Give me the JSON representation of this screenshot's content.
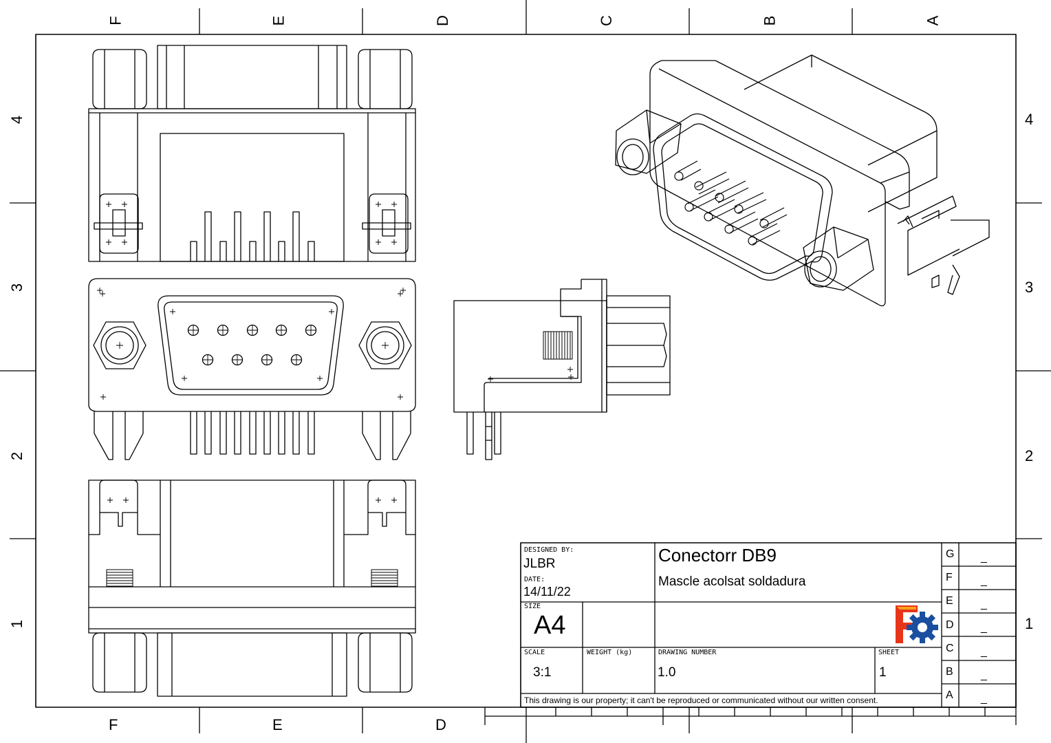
{
  "app": {
    "name": "FreeCAD TechDraw sheet"
  },
  "frame": {
    "top_columns": [
      "F",
      "E",
      "D",
      "C",
      "B",
      "A"
    ],
    "bottom_columns": [
      "F",
      "E",
      "D"
    ],
    "left_rows": [
      "4",
      "3",
      "2",
      "1"
    ],
    "right_rows": [
      "4",
      "3",
      "2",
      "1"
    ]
  },
  "title_block": {
    "designed_by_label": "DESIGNED BY:",
    "designed_by": "JLBR",
    "date_label": "DATE:",
    "date": "14/11/22",
    "size_label": "SIZE",
    "size": "A4",
    "title": "Conectorr DB9",
    "subtitle": "Mascle acolsat soldadura",
    "scale_label": "SCALE",
    "scale": "3:1",
    "weight_label": "WEIGHT (kg)",
    "weight": "",
    "drawing_number_label": "DRAWING NUMBER",
    "drawing_number": "1.0",
    "sheet_label": "SHEET",
    "sheet": "1",
    "notice": "This drawing is our property; it can't be reproduced or communicated without our written consent.",
    "logo": "freecad-logo",
    "revisions": [
      {
        "letter": "G",
        "value": "_"
      },
      {
        "letter": "F",
        "value": "_"
      },
      {
        "letter": "E",
        "value": "_"
      },
      {
        "letter": "D",
        "value": "_"
      },
      {
        "letter": "C",
        "value": "_"
      },
      {
        "letter": "B",
        "value": "_"
      },
      {
        "letter": "A",
        "value": "_"
      }
    ]
  },
  "colors": {
    "line": "#000000",
    "logo_red": "#e8351a",
    "logo_orange": "#f7a21b",
    "logo_blue": "#1a4fa0"
  }
}
